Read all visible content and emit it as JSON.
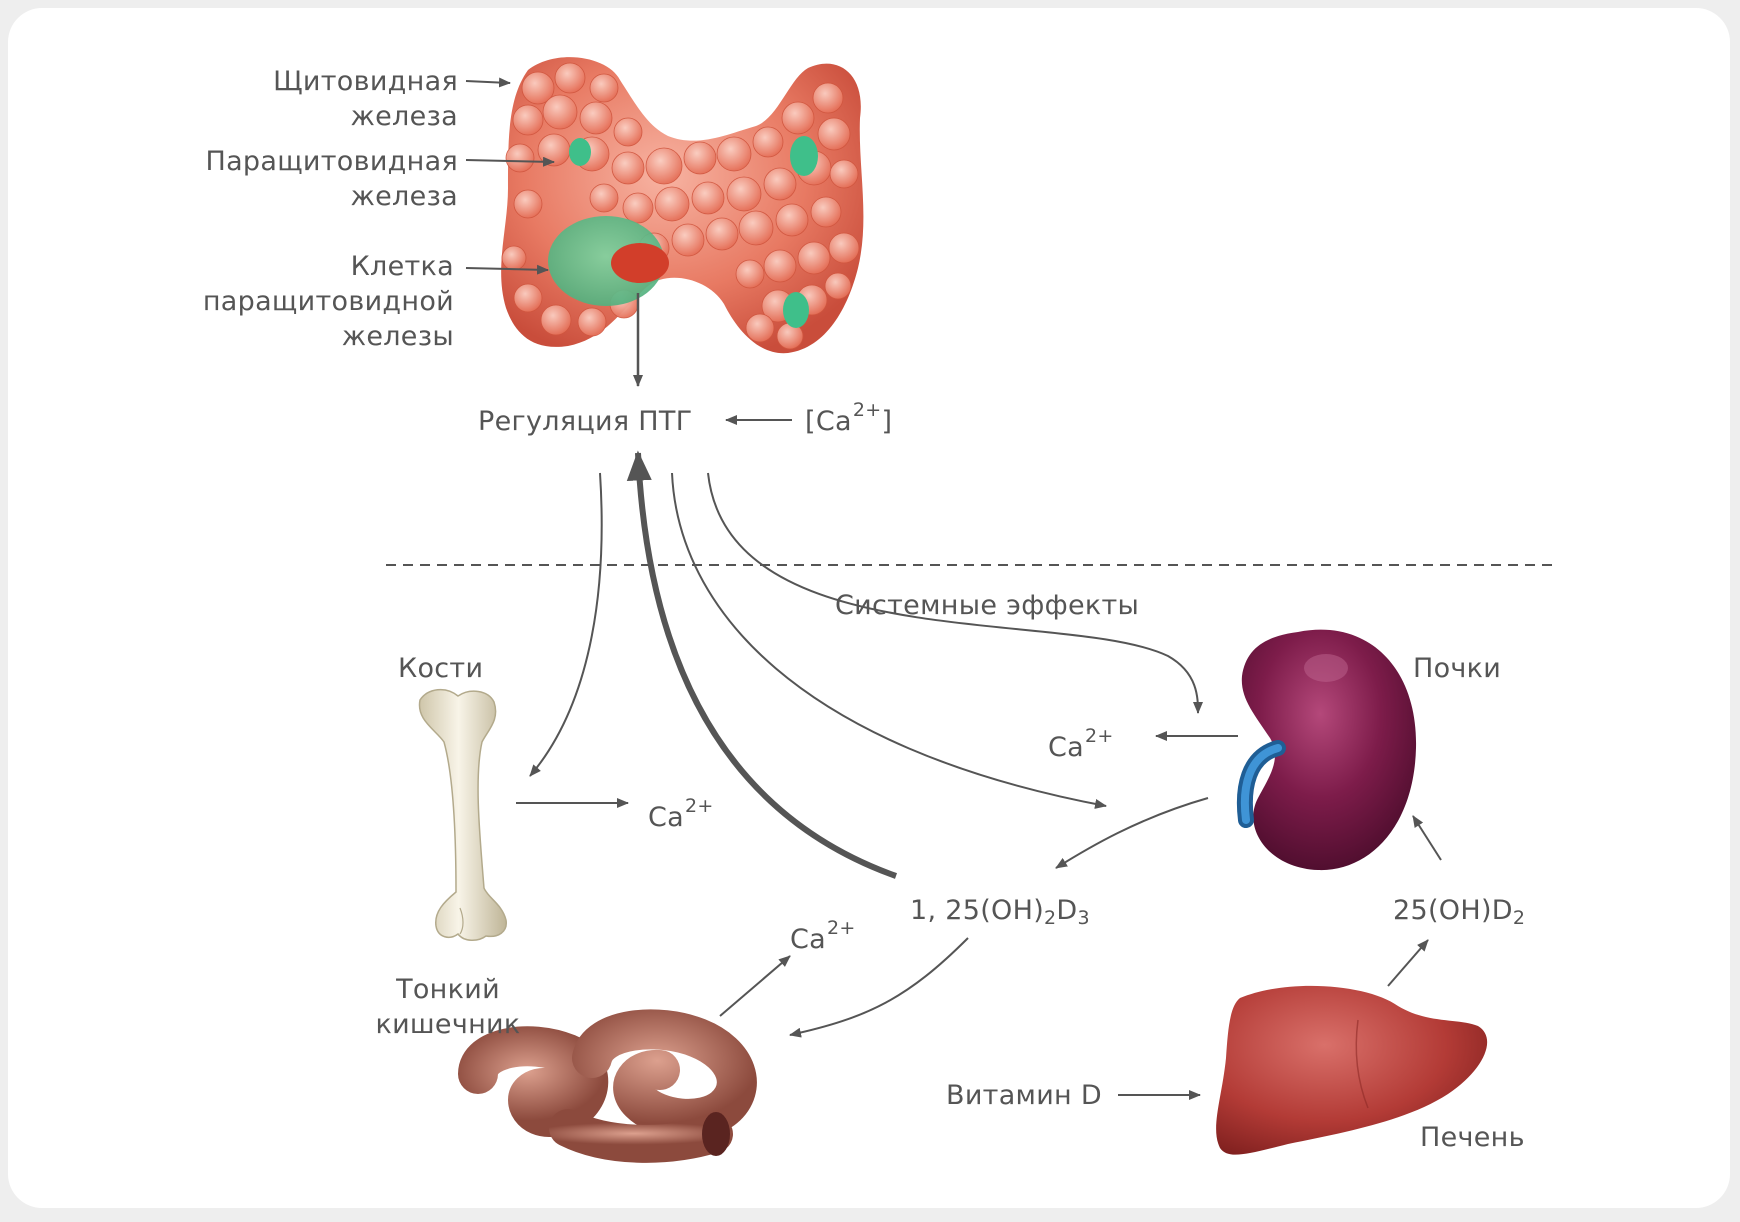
{
  "colors": {
    "text": "#555555",
    "arrow": "#555555",
    "thyroid": "#e06a55",
    "parathyroid": "#3fbf8a",
    "cell_nucleus": "#d23e2a",
    "kidney": "#7a1a45",
    "ureter": "#2d7fc0",
    "bone": "#ece6d0",
    "intestine": "#b06a5a",
    "liver": "#b23a35"
  },
  "labels": {
    "thyroid": [
      "Щитовидная",
      "железа"
    ],
    "parathyroid": [
      "Паращитовидная",
      "железа"
    ],
    "cell": [
      "Клетка",
      "паращитовидной",
      "железы"
    ],
    "pth_regulation": "Регуляция ПТГ",
    "ca_bracket_open": "[Ca",
    "ca_bracket_close": "]",
    "systemic": "Системные эффекты",
    "bones": "Кости",
    "kidneys": "Почки",
    "intestine": [
      "Тонкий",
      "кишечник"
    ],
    "liver": "Печень",
    "vitamin_d": "Витамин D",
    "ca": "Ca",
    "charge": "2+",
    "calcitriol": {
      "prefix": "1, 25(OH)",
      "sub1": "2",
      "mid": "D",
      "sub2": "3"
    },
    "calcidiol": {
      "prefix": "25(OH)D",
      "sub": "2"
    }
  }
}
